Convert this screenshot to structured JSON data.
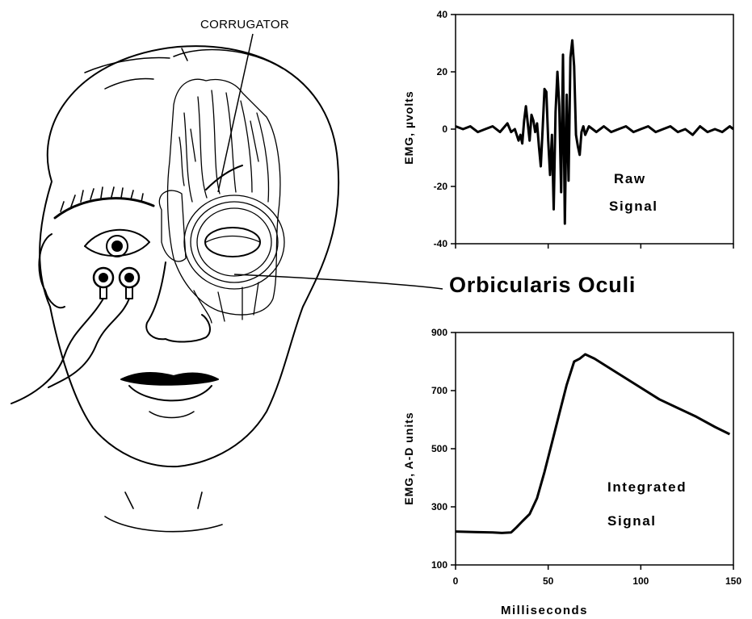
{
  "labels": {
    "corrugator": "CORRUGATOR",
    "orbicularis": "Orbicularis  Oculi"
  },
  "chart_data": [
    {
      "type": "line",
      "ylabel": "EMG,  µvolts",
      "xlabel": "",
      "annotation_lines": [
        "Raw",
        "Signal"
      ],
      "xlim": [
        0,
        150
      ],
      "ylim": [
        -40,
        40
      ],
      "yticks": [
        40,
        20,
        0,
        -20,
        -40
      ],
      "x": [
        0,
        4,
        8,
        12,
        16,
        20,
        24,
        28,
        30,
        32,
        34,
        35,
        36,
        37,
        38,
        39,
        40,
        41,
        42,
        43,
        44,
        45,
        46,
        47,
        48,
        49,
        50,
        51,
        52,
        53,
        54,
        55,
        56,
        57,
        58,
        59,
        60,
        61,
        62,
        63,
        64,
        65,
        66,
        67,
        68,
        69,
        70,
        72,
        74,
        76,
        80,
        84,
        88,
        92,
        96,
        100,
        104,
        108,
        112,
        116,
        120,
        124,
        128,
        132,
        136,
        140,
        144,
        148,
        150
      ],
      "y": [
        1,
        0,
        1,
        -1,
        0,
        1,
        -1,
        2,
        -1,
        0,
        -4,
        -2,
        -5,
        3,
        8,
        2,
        -4,
        5,
        3,
        -1,
        2,
        -6,
        -13,
        0,
        14,
        13,
        -4,
        -16,
        -2,
        -28,
        6,
        20,
        8,
        -22,
        26,
        -33,
        12,
        -18,
        25,
        31,
        22,
        -2,
        -6,
        -9,
        -1,
        1,
        -2,
        1,
        0,
        -1,
        1,
        -1,
        0,
        1,
        -1,
        0,
        1,
        -1,
        0,
        1,
        -1,
        0,
        -2,
        1,
        -1,
        0,
        -1,
        1,
        0
      ]
    },
    {
      "type": "line",
      "ylabel": "EMG,  A-D units",
      "xlabel": "Milliseconds",
      "annotation_lines": [
        "Integrated",
        "Signal"
      ],
      "xlim": [
        0,
        150
      ],
      "ylim": [
        100,
        900
      ],
      "xticks": [
        0,
        50,
        100,
        150
      ],
      "yticks": [
        900,
        700,
        500,
        300,
        100
      ],
      "x": [
        0,
        10,
        20,
        25,
        30,
        33,
        36,
        40,
        44,
        48,
        52,
        56,
        60,
        64,
        67,
        70,
        75,
        80,
        90,
        100,
        110,
        120,
        130,
        140,
        148
      ],
      "y": [
        215,
        213,
        212,
        210,
        212,
        230,
        250,
        275,
        330,
        420,
        520,
        620,
        720,
        800,
        810,
        825,
        810,
        790,
        750,
        710,
        670,
        640,
        610,
        575,
        550
      ]
    }
  ]
}
